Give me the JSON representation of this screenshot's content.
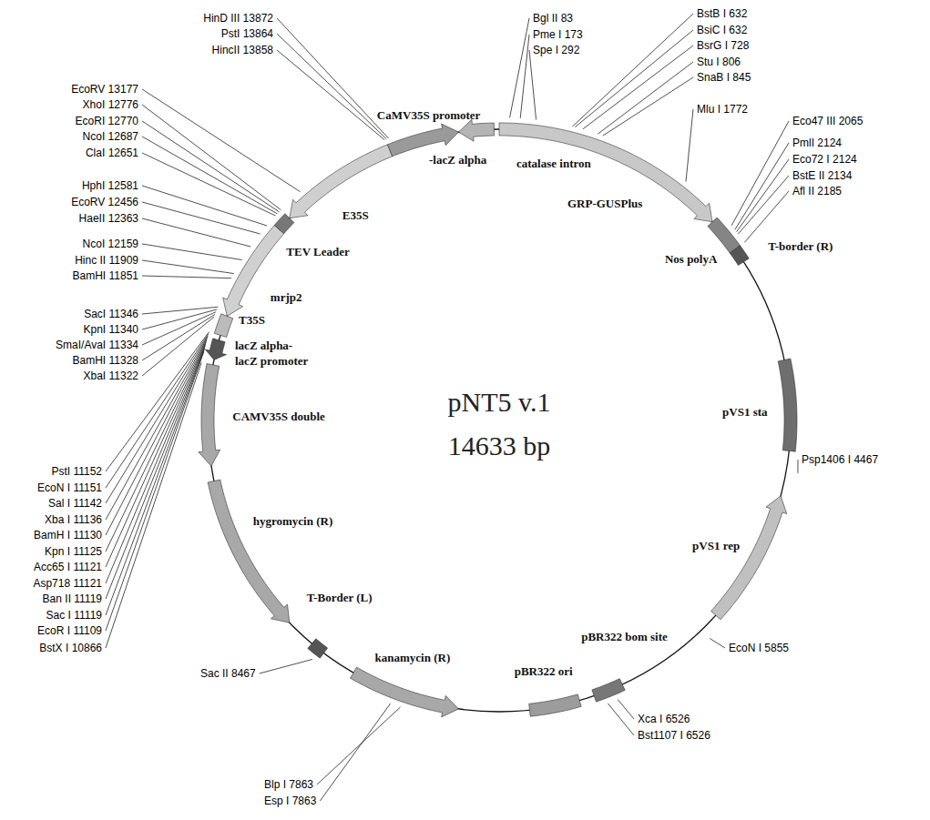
{
  "diagram": {
    "labels": [
      "HinD III 13872",
      "PstI 13864",
      "HincII 13858",
      "EcoRV 13177",
      "XhoI 12776",
      "EcoRI 12770",
      "NcoI 12687",
      "ClaI 12651",
      "HphI 12581",
      "EcoRV 12456",
      "HaeII 12363",
      "NcoI 12159",
      "Hinc II 11909",
      "BamHI 11851",
      "SacI 11346",
      "KpnI 11340",
      "SmaI/AvaI 11334",
      "BamHI 11328",
      "XbaI 11322",
      "PstI 11152",
      "EcoN I 11151",
      "Sal I 11142",
      "Xba I 11136",
      "BamH I 11130",
      "Kpn I 11125",
      "Acc65 I 11121",
      "Asp718 11121",
      "Ban II 11119",
      "Sac I 11119",
      "EcoR I 11109",
      "BstX I 10866",
      "Sac II 8467",
      "Blp I 7863",
      "Esp I 7863",
      "Xca I 6526",
      "Bst1107 I 6526",
      "EcoN I 5855",
      "Psp1406 I 4467",
      "Eco47 III 2065",
      "PmlI 2124",
      "Eco72 I 2124",
      "BstE II 2134",
      "Afl II 2185",
      "Mlu I 1772",
      "BstB I 632",
      "BsiC I 632",
      "BsrG I 728",
      "Stu I 806",
      "SnaB I 845",
      "Bgl II 83",
      "Pme I 173",
      "Spe I 292",
      "CaMV35S promoter",
      "-lacZ alpha",
      "catalase intron",
      "GRP-GUSPlus",
      "Nos polyA",
      "T-border (R)",
      "pVS1 sta",
      "pVS1 rep",
      "pBR322 bom site",
      "pBR322 ori",
      "kanamycin (R)",
      "T-Border (L)",
      "hygromycin (R)",
      "CAMV35S double",
      "lacZ alpha-",
      "lacZ promoter",
      "T35S",
      "mrjp2",
      "TEV Leader",
      "E35S",
      "pNT5 v.1",
      "14633 bp"
    ]
  }
}
